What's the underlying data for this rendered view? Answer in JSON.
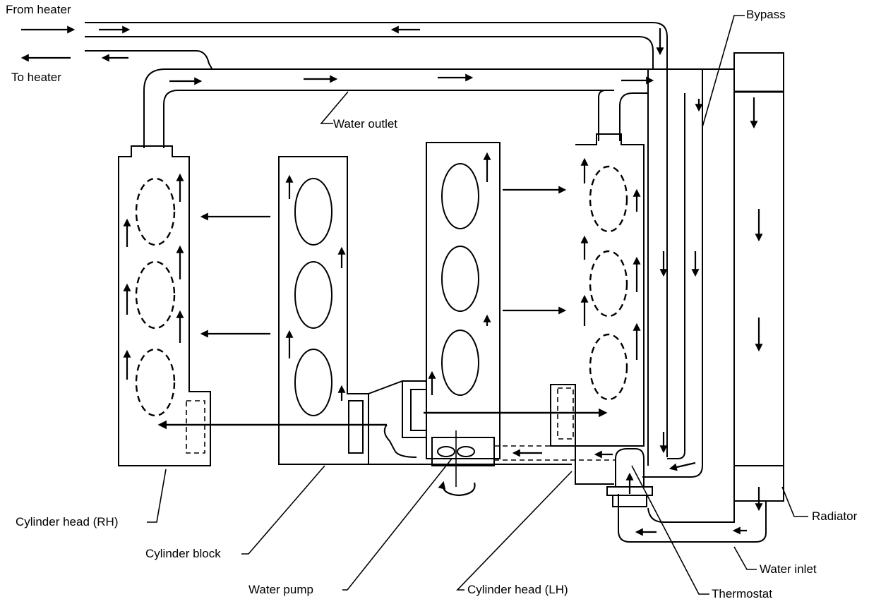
{
  "labels": {
    "from_heater": "From heater",
    "to_heater": "To heater",
    "water_outlet": "Water outlet",
    "bypass": "Bypass",
    "radiator": "Radiator",
    "water_inlet": "Water inlet",
    "thermostat": "Thermostat",
    "cylinder_head_rh": "Cylinder head (RH)",
    "cylinder_block": "Cylinder block",
    "water_pump": "Water pump",
    "cylinder_head_lh": "Cylinder head (LH)"
  },
  "colors": {
    "ink": "#000000",
    "paper": "#ffffff"
  },
  "icons": {
    "pump_impeller": "impeller-icon",
    "rotation": "rotation-arrow-icon"
  }
}
